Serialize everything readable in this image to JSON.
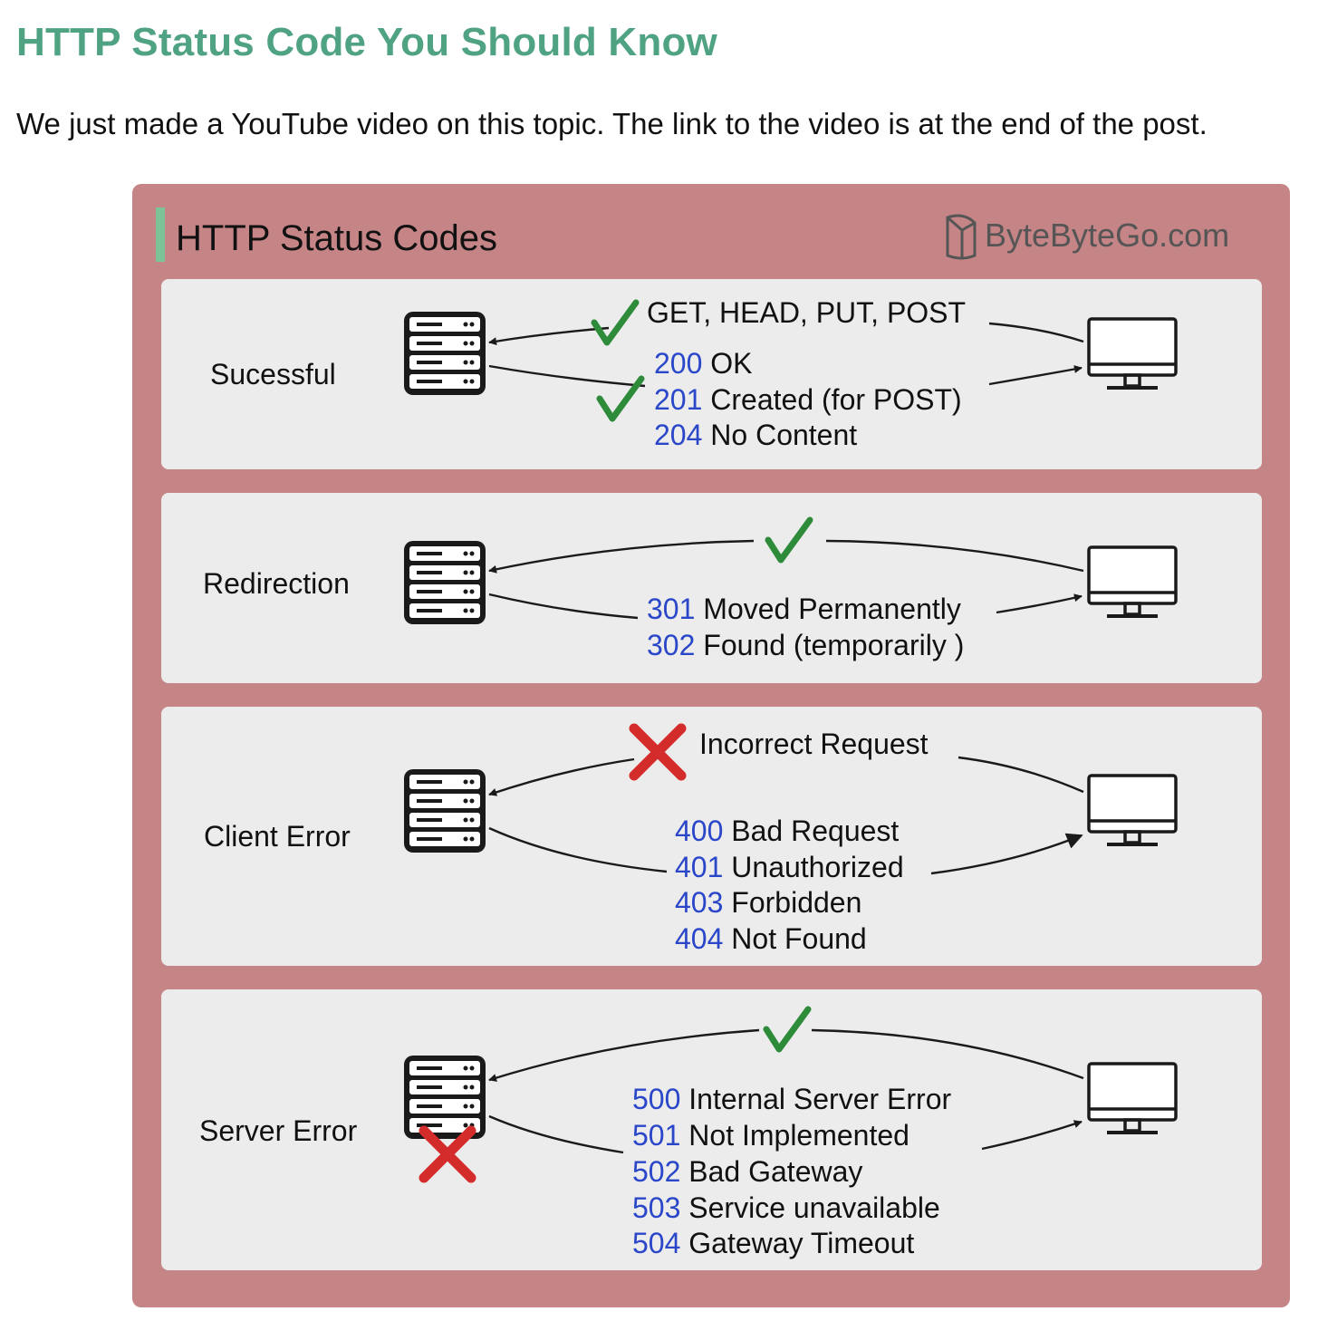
{
  "heading": "HTTP Status Code You Should Know",
  "intro": "We just made a YouTube video on this topic. The link to the video is at the end of the post.",
  "diagram": {
    "title": "HTTP Status Codes",
    "brand": "ByteByteGo.com",
    "icons": [
      "server-icon",
      "monitor-icon",
      "check-icon",
      "cross-icon",
      "bytebytego-logo-icon"
    ],
    "colors": {
      "frame": "#c58486",
      "panel": "#ececec",
      "accent_bar": "#7cc497",
      "code": "#2a46c9",
      "check": "#2e8b3a",
      "cross": "#d42b2b"
    },
    "sections": [
      {
        "category": "Sucessful",
        "request_label": "GET, HEAD, PUT, POST",
        "responses": [
          {
            "code": "200",
            "text": "OK"
          },
          {
            "code": "201",
            "text": "Created (for POST)"
          },
          {
            "code": "204",
            "text": "No Content"
          }
        ]
      },
      {
        "category": "Redirection",
        "request_label": "",
        "responses": [
          {
            "code": "301",
            "text": "Moved Permanently"
          },
          {
            "code": "302",
            "text": "Found (temporarily )"
          }
        ]
      },
      {
        "category": "Client Error",
        "request_label": "Incorrect Request",
        "responses": [
          {
            "code": "400",
            "text": "Bad Request"
          },
          {
            "code": "401",
            "text": "Unauthorized"
          },
          {
            "code": "403",
            "text": "Forbidden"
          },
          {
            "code": "404",
            "text": "Not Found"
          }
        ]
      },
      {
        "category": "Server Error",
        "request_label": "",
        "responses": [
          {
            "code": "500",
            "text": "Internal Server Error"
          },
          {
            "code": "501",
            "text": "Not Implemented"
          },
          {
            "code": "502",
            "text": "Bad Gateway"
          },
          {
            "code": "503",
            "text": "Service unavailable"
          },
          {
            "code": "504",
            "text": "Gateway Timeout"
          }
        ]
      }
    ]
  }
}
